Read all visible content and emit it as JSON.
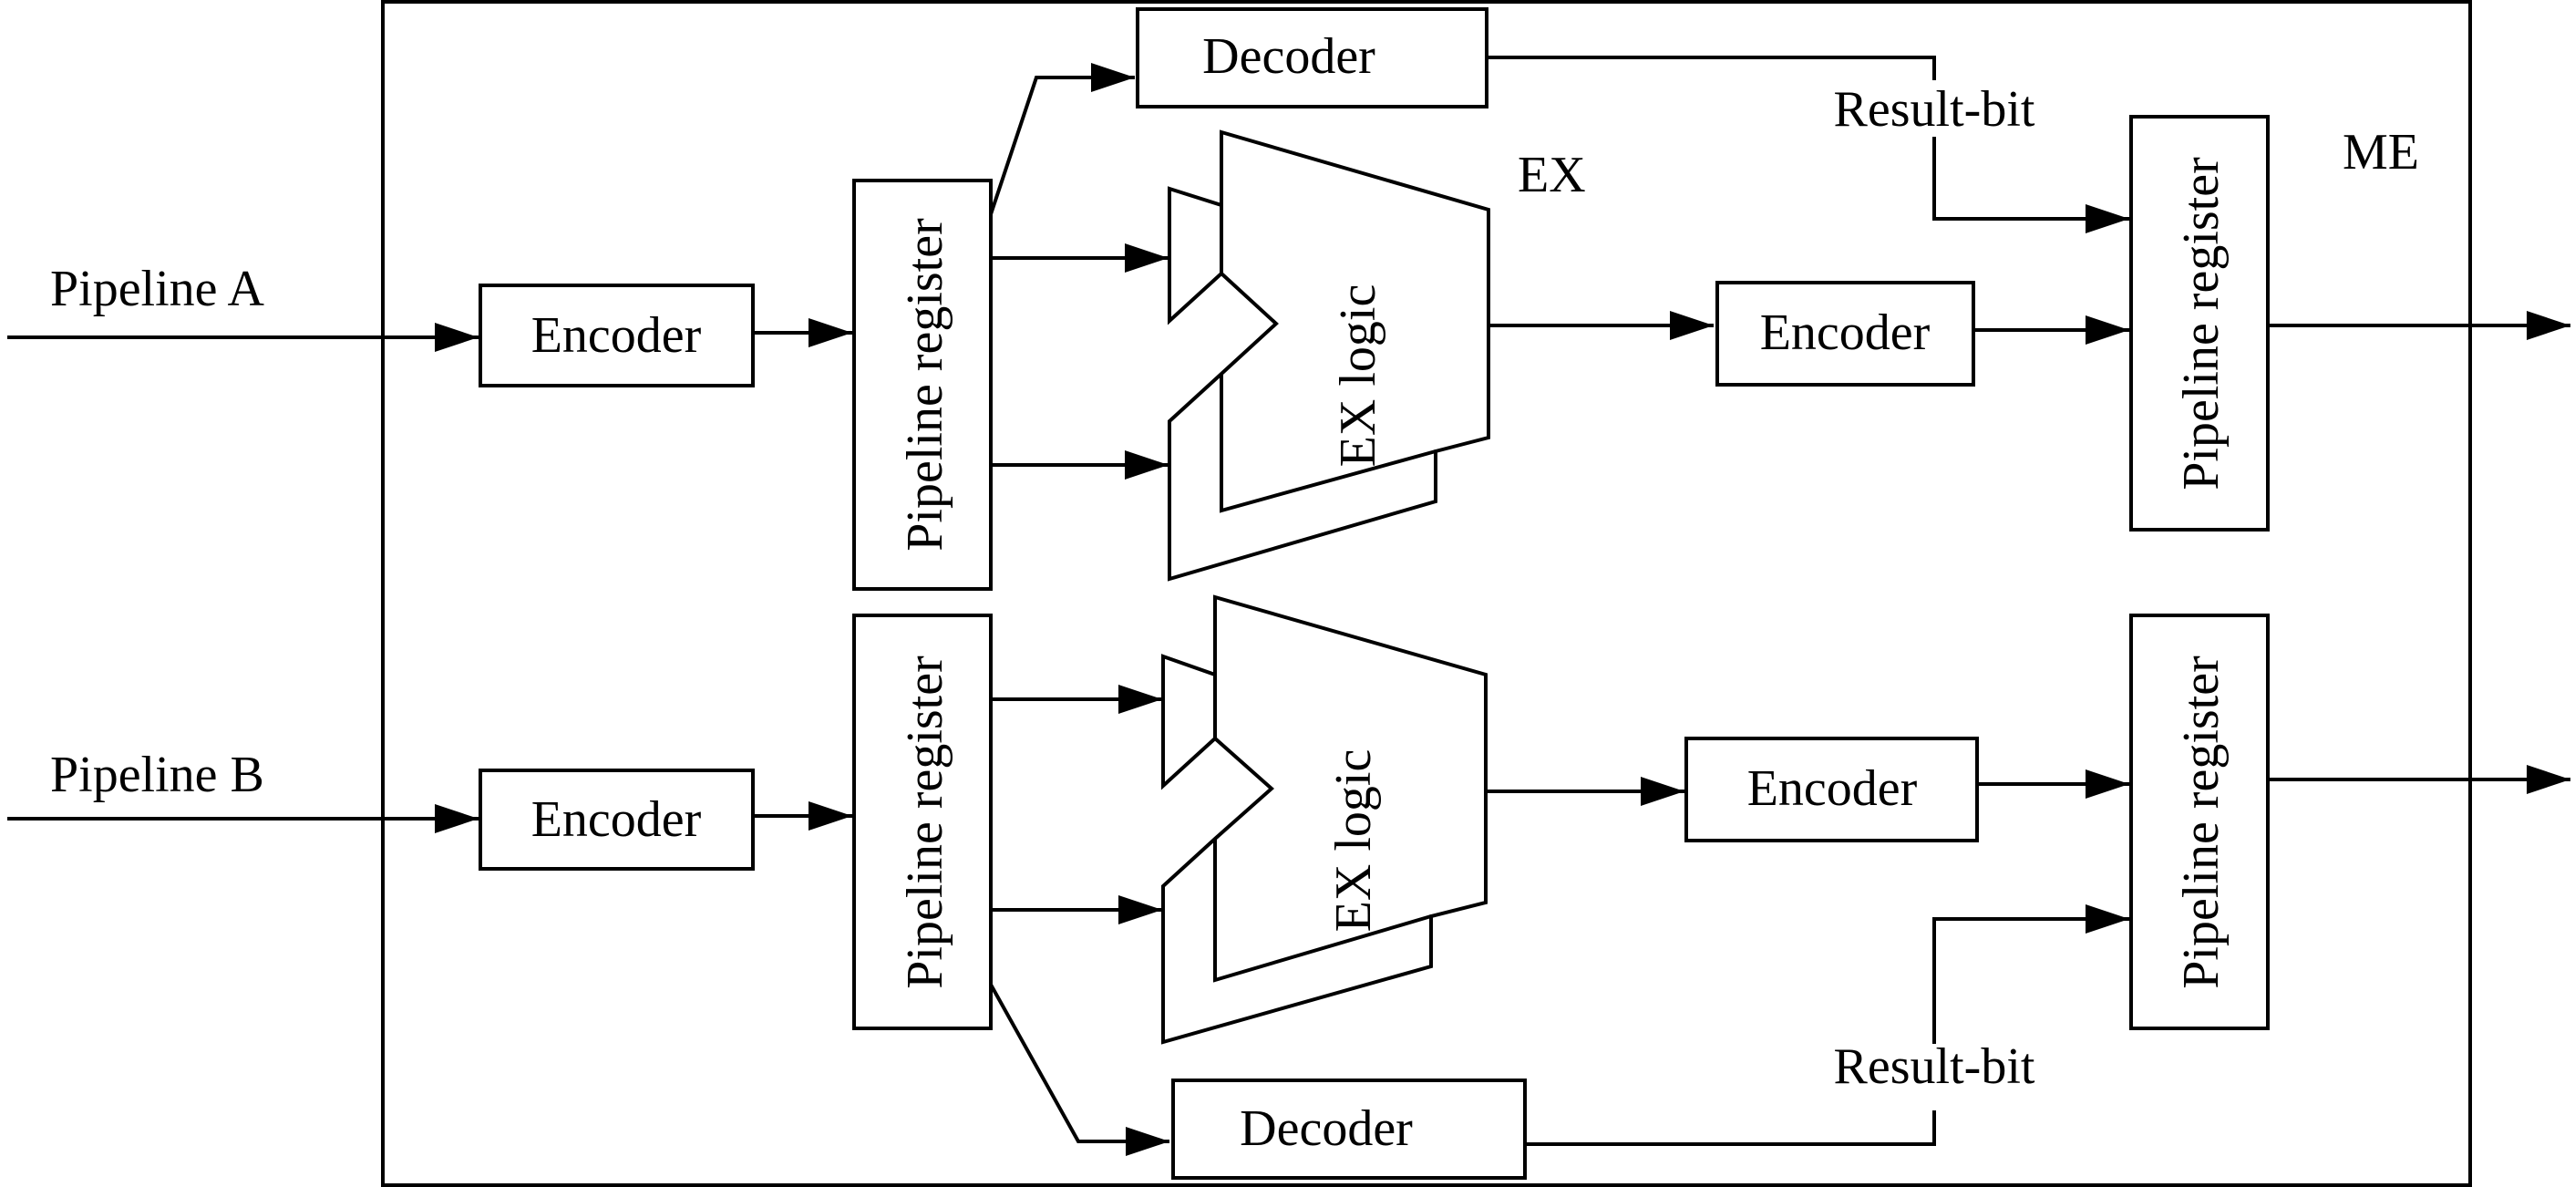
{
  "labels": {
    "pipeline_a": "Pipeline A",
    "pipeline_b": "Pipeline B",
    "ex_stage": "EX",
    "me_stage": "ME",
    "encoder": "Encoder",
    "decoder": "Decoder",
    "pipeline_register": "Pipeline register",
    "ex_logic": "EX logic",
    "result_bit": "Result-bit"
  },
  "colors": {
    "stroke": "#000000",
    "background": "#ffffff"
  }
}
